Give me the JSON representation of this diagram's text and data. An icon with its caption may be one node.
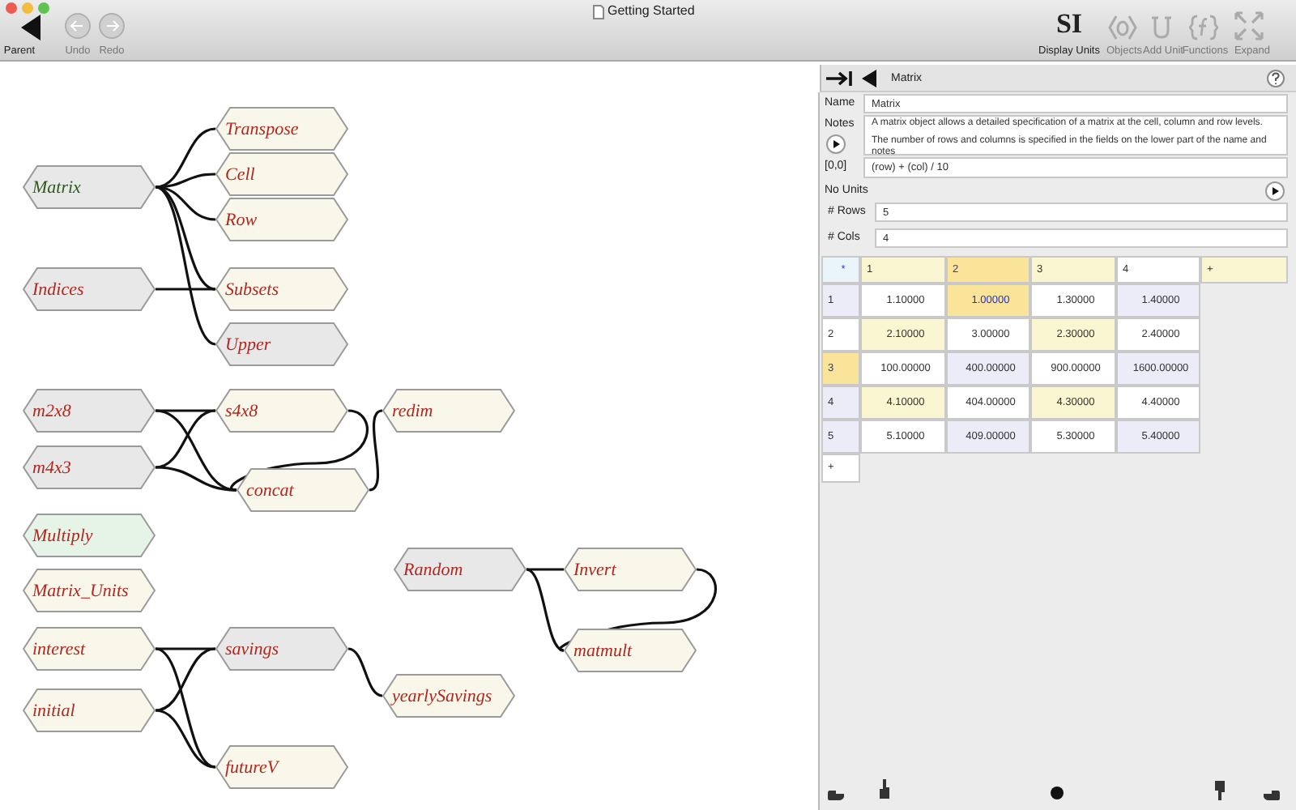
{
  "diagram": {
    "title": "Getting Started",
    "nodes": [
      {
        "text": [
          "Transpose"
        ]
      },
      {
        "text": [
          "Matrix"
        ]
      },
      {
        "text": [
          "Cell"
        ]
      },
      {
        "text": [
          "Row"
        ]
      },
      {
        "text": [
          "Indices"
        ]
      },
      {
        "text": [
          "Subsets"
        ]
      },
      {
        "text": [
          "Upper"
        ]
      },
      {
        "text": [
          "m2x8"
        ]
      },
      {
        "text": [
          "s4x8"
        ]
      },
      {
        "text": [
          "redim"
        ]
      },
      {
        "text": [
          "m4x3"
        ]
      },
      {
        "text": [
          "concat"
        ]
      },
      {
        "text": [
          "Multiply"
        ]
      },
      {
        "text": [
          "Random"
        ]
      },
      {
        "text": [
          "Invert"
        ]
      },
      {
        "text": [
          "Matrix_Units"
        ]
      },
      {
        "text": [
          "interest"
        ]
      },
      {
        "text": [
          "savings"
        ]
      },
      {
        "text": [
          "matmult"
        ]
      },
      {
        "text": [
          "yearlySavings"
        ]
      },
      {
        "text": [
          "initial"
        ]
      },
      {
        "text": [
          "futureV"
        ]
      }
    ],
    "edges": [
      {
        "from": 1,
        "to": 0,
        "arrow": "none"
      },
      {
        "from": 1,
        "to": 2,
        "arrow": "none"
      },
      {
        "from": 1,
        "to": 3,
        "arrow": "none"
      },
      {
        "from": 1,
        "to": 5,
        "arrow": "none"
      },
      {
        "from": 1,
        "to": 6,
        "arrow": "none"
      },
      {
        "from": 4,
        "to": 5,
        "arrow": "none"
      },
      {
        "from": 7,
        "to": 8,
        "arrow": "none"
      },
      {
        "from": 7,
        "to": 11,
        "arrow": "none"
      },
      {
        "from": 10,
        "to": 8,
        "arrow": "none"
      },
      {
        "from": 10,
        "to": 11,
        "arrow": "none"
      },
      {
        "from": 8,
        "to": 11,
        "arrow": "none"
      },
      {
        "from": 11,
        "to": 9,
        "arrow": "none"
      },
      {
        "from": 13,
        "to": 14,
        "arrow": "none"
      },
      {
        "from": 13,
        "to": 18,
        "arrow": "none"
      },
      {
        "from": 14,
        "to": 18,
        "arrow": "none"
      },
      {
        "from": 16,
        "to": 17,
        "arrow": "none"
      },
      {
        "from": 16,
        "to": 21,
        "arrow": "none"
      },
      {
        "from": 20,
        "to": 17,
        "arrow": "none"
      },
      {
        "from": 20,
        "to": 21,
        "arrow": "none"
      },
      {
        "from": 17,
        "to": 19,
        "arrow": "none"
      }
    ],
    "labels": [
      "Parent",
      "Undo",
      "Redo",
      "SI",
      "Display Units",
      "Objects",
      "Add Unit",
      "Functions",
      "Expand",
      "Matrix",
      "Name",
      "Matrix",
      "Notes",
      "A matrix object allows a detailed specification of a matrix at the cell, column and row levels.",
      "The number of rows and columns is specified in the fields on the lower part of the name and notes",
      "[0,0]",
      "(row) + (col) / 10",
      "No Units",
      "# Rows",
      "5",
      "# Cols",
      "4",
      "*",
      "1",
      "2",
      "3",
      "4",
      "+",
      "1",
      "1.10000",
      "1.00000",
      "1.30000",
      "1.40000",
      "2",
      "2.10000",
      "3.00000",
      "2.30000",
      "2.40000",
      "3",
      "100.00000",
      "400.00000",
      "900.00000",
      "1600.00000",
      "4",
      "4.10000",
      "404.00000",
      "4.30000",
      "4.40000",
      "5",
      "5.10000",
      "409.00000",
      "5.30000",
      "5.40000",
      "+"
    ]
  }
}
